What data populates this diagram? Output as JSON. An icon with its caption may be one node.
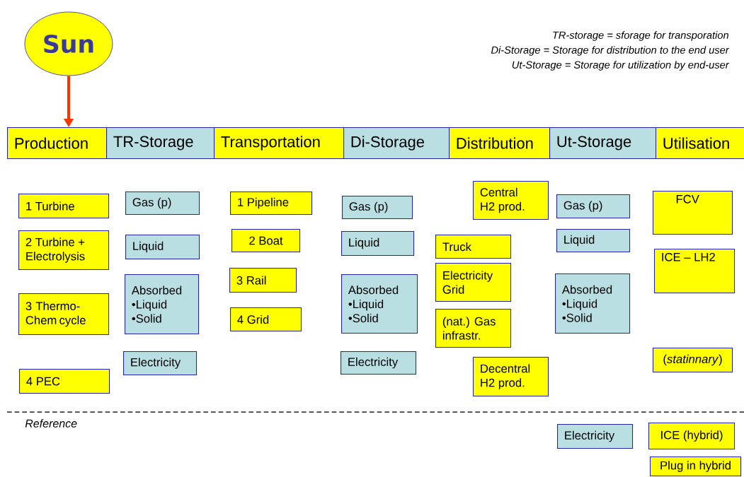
{
  "diagram": {
    "nodes": [
      {
        "text": [
          "Sun"
        ]
      },
      {
        "text": [
          "Production"
        ]
      },
      {
        "text": [
          "TR-Storage"
        ]
      },
      {
        "text": [
          "Transportation"
        ]
      },
      {
        "text": [
          "Di-Storage"
        ]
      },
      {
        "text": [
          "Distribution"
        ]
      },
      {
        "text": [
          "Ut-Storage"
        ]
      },
      {
        "text": [
          "Utilisation"
        ]
      },
      {
        "text": [
          "1 Turbine"
        ]
      },
      {
        "text": [
          "2 Turbine + Electrolysis"
        ]
      },
      {
        "text": [
          "3 Thermo-Chem cycle"
        ]
      },
      {
        "text": [
          "4 PEC"
        ]
      },
      {
        "text": [
          "Gas (p)"
        ]
      },
      {
        "text": [
          "Liquid"
        ]
      },
      {
        "text": [
          "Absorbed",
          "•Liquid",
          "•Solid"
        ]
      },
      {
        "text": [
          "Electricity"
        ]
      },
      {
        "text": [
          "1 Pipeline"
        ]
      },
      {
        "text": [
          "2 Boat"
        ]
      },
      {
        "text": [
          "3 Rail"
        ]
      },
      {
        "text": [
          "4  Grid"
        ]
      },
      {
        "text": [
          "Gas (p)"
        ]
      },
      {
        "text": [
          "Liquid"
        ]
      },
      {
        "text": [
          "Absorbed",
          "•Liquid",
          "•Solid"
        ]
      },
      {
        "text": [
          "Electricity"
        ]
      },
      {
        "text": [
          "Central H2 prod."
        ]
      },
      {
        "text": [
          "Truck"
        ]
      },
      {
        "text": [
          "Electricity Grid"
        ]
      },
      {
        "text": [
          "(nat.) Gas infrastr."
        ]
      },
      {
        "text": [
          "Decentral H2 prod."
        ]
      },
      {
        "text": [
          "Gas (p)"
        ]
      },
      {
        "text": [
          "Liquid"
        ]
      },
      {
        "text": [
          "Absorbed",
          "•Liquid",
          "•Solid"
        ]
      },
      {
        "text": [
          "FCV"
        ]
      },
      {
        "text": [
          "ICE – LH2"
        ]
      },
      {
        "text": [
          "(*statinnary*)"
        ]
      },
      {
        "text": [
          "Electricity"
        ]
      },
      {
        "text": [
          "ICE (hybrid)"
        ]
      },
      {
        "text": [
          "Plug in hybrid"
        ]
      }
    ],
    "edges": [
      {
        "from": 0,
        "to": 1,
        "arrow": "to",
        "color": "#ff3300"
      }
    ],
    "labels": [
      "TR-storage = sforage for transporation",
      "Di-Storage = Storage for distribution to the end user",
      "Ut-Storage = Storage for utilization by end-user",
      "Reference"
    ]
  }
}
